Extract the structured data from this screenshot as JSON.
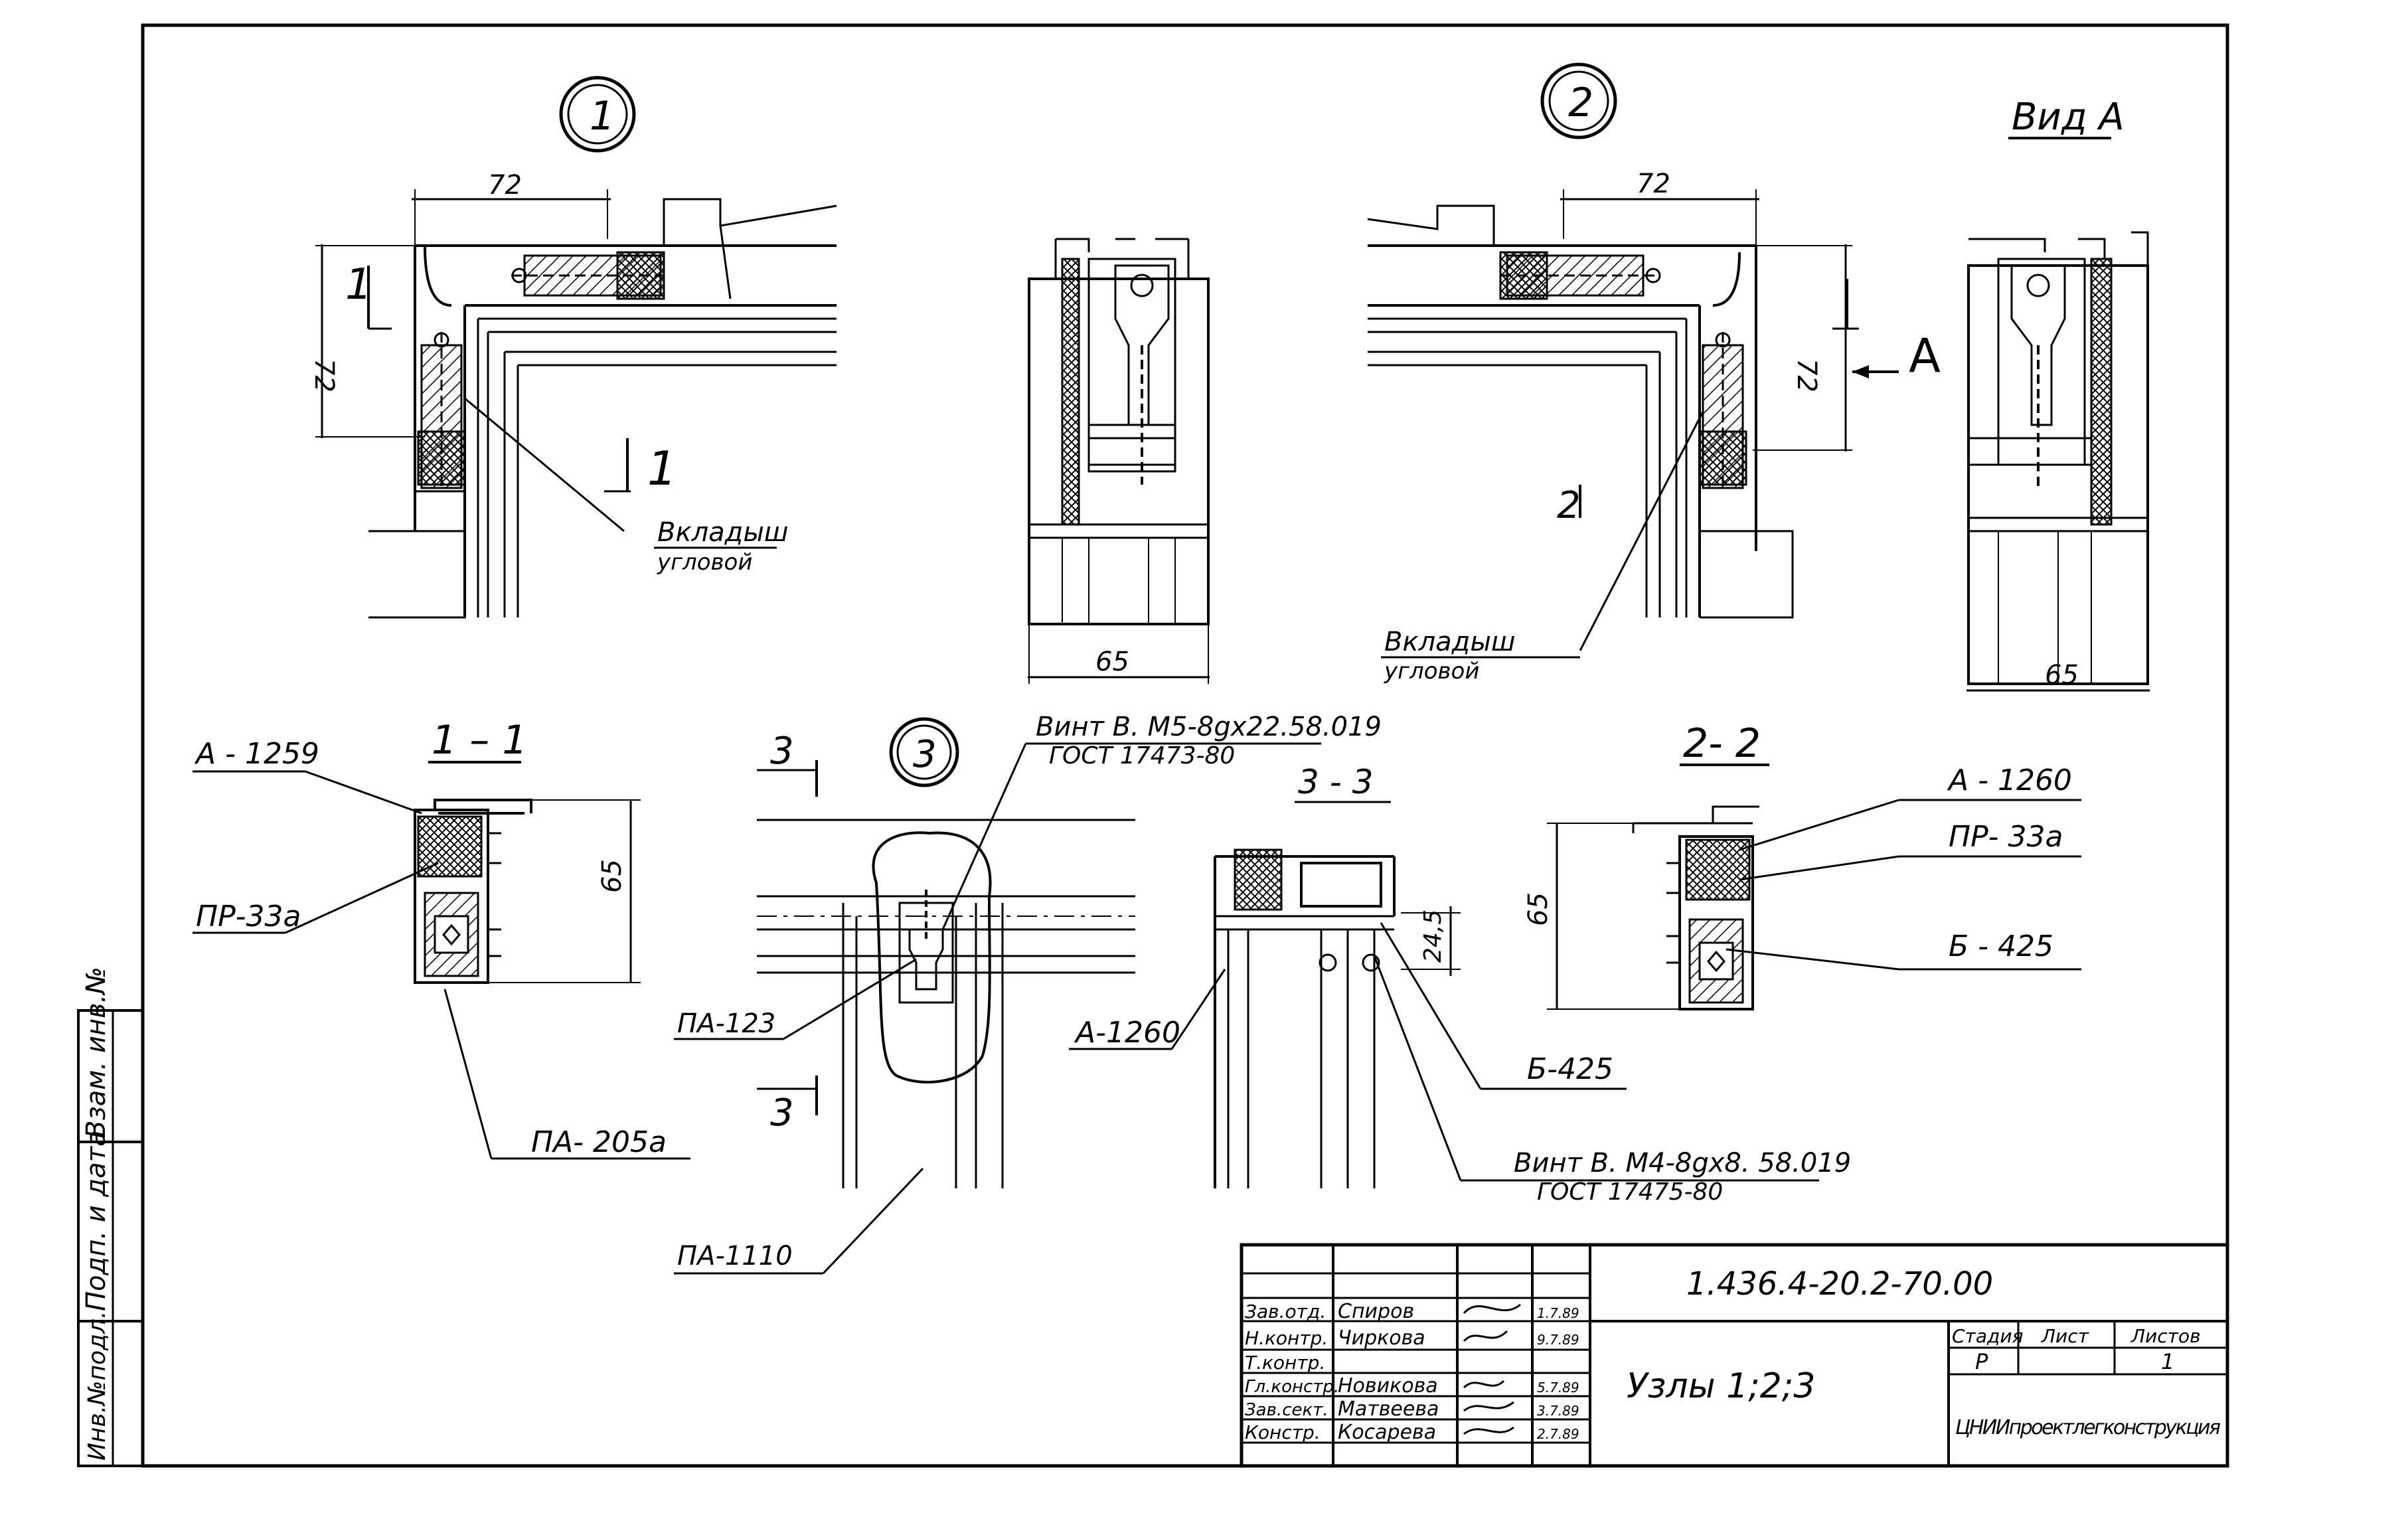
{
  "nodes": {
    "node1": {
      "label": "1",
      "dim_h": "72",
      "dim_v": "72",
      "cut_a": "1",
      "cut_b": "1",
      "insert_label": "Вкладыш",
      "insert_sub": "угловой"
    },
    "node2": {
      "label": "2",
      "dim_h": "72",
      "dim_v": "72",
      "cut_a": "2",
      "arrow_a": "A",
      "insert_label": "Вкладыш",
      "insert_sub": "угловой"
    },
    "node3": {
      "label": "3"
    }
  },
  "views": {
    "view_a_title": "Вид А",
    "elev1_dim": "65",
    "elev2_dim": "65"
  },
  "sections": {
    "s11": {
      "title": "1 – 1",
      "dim": "65",
      "labels": [
        "А - 1259",
        "ПР-33а",
        "ПА- 205а"
      ]
    },
    "s22": {
      "title": "2- 2",
      "dim": "65",
      "labels": [
        "А - 1260",
        "ПР- 33а",
        "Б - 425"
      ]
    },
    "s33": {
      "title": "3 - 3",
      "dim": "24,5",
      "labels": [
        "А-1260",
        "Б-425"
      ]
    },
    "node3_cut": "3",
    "node3_labels": [
      "ПА-123",
      "ПА-1110"
    ]
  },
  "screws": {
    "screw1_line1": "Винт В. М5-8gх22.58.019",
    "screw1_line2": "ГОСТ 17473-80",
    "screw2_line1": "Винт В. М4-8gх8. 58.019",
    "screw2_line2": "ГОСТ 17475-80"
  },
  "stamp": {
    "doc_number": "1.436.4-20.2-70.00",
    "sheet_title": "Узлы 1;2;3",
    "stage_header": "Стадия",
    "sheet_header": "Лист",
    "sheets_header": "Листов",
    "stage_value": "Р",
    "sheets_value": "1",
    "organization": "ЦНИИпроектлегконструкция",
    "rows": [
      {
        "role": "Зав.отд.",
        "name": "Спиров",
        "date": "1.7.89"
      },
      {
        "role": "Н.контр.",
        "name": "Чиркова",
        "date": "9.7.89"
      },
      {
        "role": "Т.контр.",
        "name": "",
        "date": ""
      },
      {
        "role": "Гл.констр.",
        "name": "Новикова",
        "date": "5.7.89"
      },
      {
        "role": "Зав.сект.",
        "name": "Матвеева",
        "date": "3.7.89"
      },
      {
        "role": "Констр.",
        "name": "Косарева",
        "date": "2.7.89"
      }
    ]
  },
  "side_stamp": {
    "cells": [
      "Инв.№подл.",
      "Подп. и дата",
      "Взам. инв.№"
    ]
  }
}
